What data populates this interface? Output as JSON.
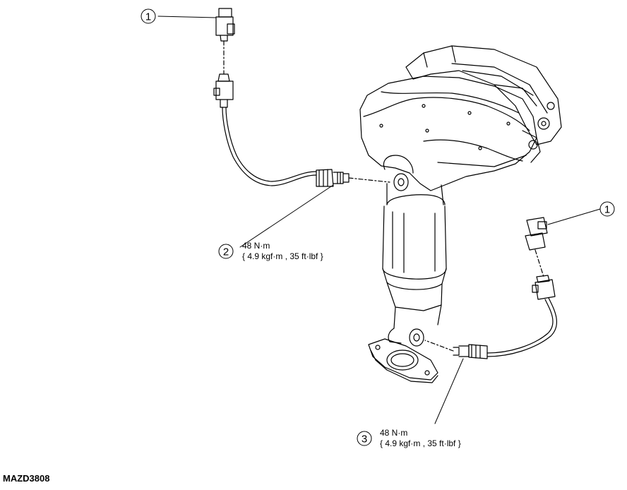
{
  "callouts": {
    "c1a": "1",
    "c1b": "1",
    "c2": "2",
    "c3": "3"
  },
  "torque_2": {
    "line1": "48 N·m",
    "line2": "{ 4.9 kgf·m , 35 ft·lbf }"
  },
  "torque_3": {
    "line1": "48 N·m",
    "line2": "{ 4.9 kgf·m , 35 ft·lbf }"
  },
  "figure_code": "MAZD3808"
}
